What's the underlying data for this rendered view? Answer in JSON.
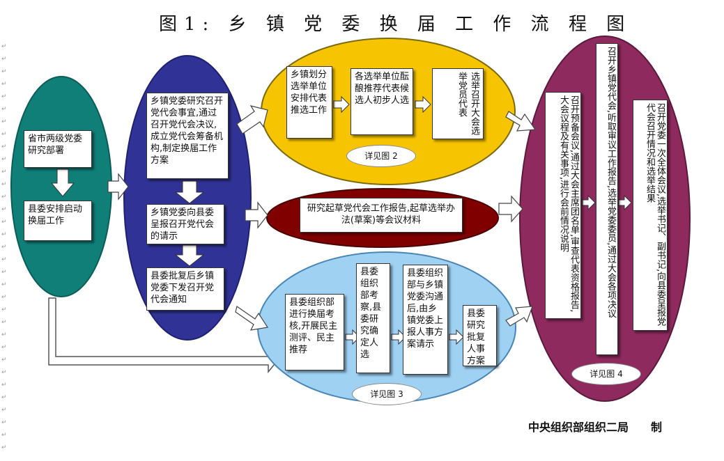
{
  "title": "图1: 乡 镇 党 委 换 届 工 作 流 程 图",
  "colors": {
    "teal": "#0f7f78",
    "navy": "#303395",
    "yellow": "#f6c400",
    "darkred": "#800000",
    "lightblue": "#9fd1f3",
    "maroon": "#8e2a5e"
  },
  "left": {
    "box1": "省市两级党委研究部署",
    "box2": "县委安排启动换届工作"
  },
  "navy": {
    "box1": "乡镇党委研究召开党代会事宜,通过召开党代会决议,成立党代会筹备机构,制定换届工作方案",
    "box2": "乡镇党委向县委呈报召开党代会的请示",
    "box3": "县委批复后乡镇党委下发召开党代会通知"
  },
  "yellow": {
    "box1": "乡镇划分选举单位安排代表推选工作",
    "box2": "各选举单位酝酿推荐代表候选人初步人选",
    "box3": "选举召开大会选举党员代表",
    "label": "详见图 2"
  },
  "red": {
    "box": "研究起草党代会工作报告,起草选举办法(草案)等会议材料"
  },
  "blue": {
    "box1": "县委组织部进行换届考核,开展民主测评、民主推荐",
    "box2": "县委组织部考察,县委研究确定人选",
    "box3": "县委组织部与乡镇党委沟通后,由乡镇党委上报人事方案请示",
    "box4": "县委研究批复人事方案",
    "label": "详见图 3"
  },
  "maroon": {
    "col1": "召开预备会议,通过大会主席团名单,审查代表资格报告,大会议程及有关事项,进行会前情况说明",
    "col2": "召开乡镇党代会,听取审议工作报告,选举党委委员,通过大会各项决议",
    "col3": "召开党委一次全体会议,选举书记、副书记,向县委呈报党代会召开情况和选举结果",
    "label": "详见图 4"
  },
  "footer": "中央组织部组织二局　　制"
}
